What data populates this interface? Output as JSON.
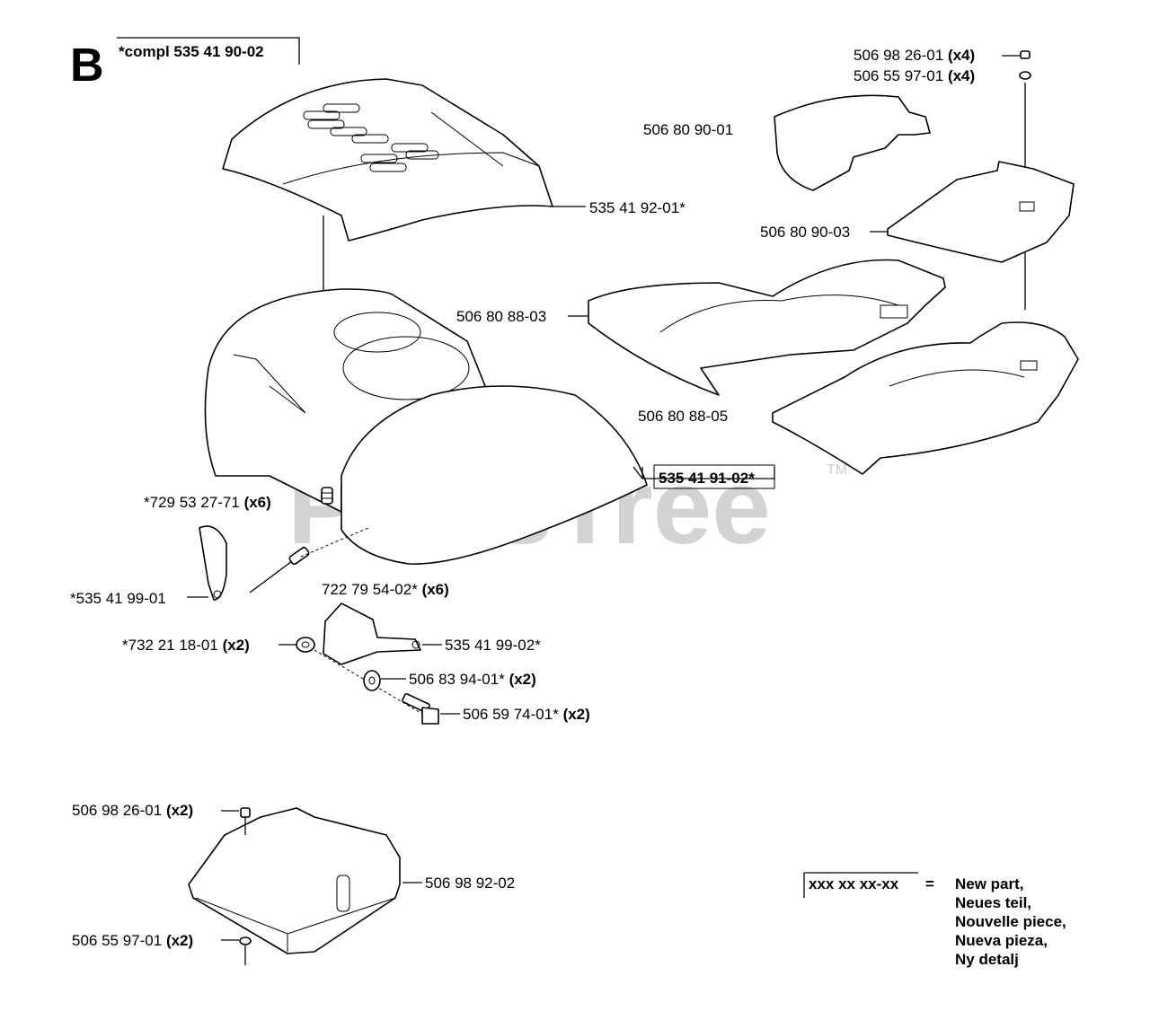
{
  "section": "B",
  "assembly_label": "*compl 535 41 90-02",
  "watermark": "PartsTree",
  "watermark_tm": "TM",
  "parts": {
    "p1": "535 41 92-01*",
    "p2": "*729 53 27-71",
    "p2_qty": "(x6)",
    "p3": "535 41 91-02*",
    "p4": "*535 41 99-01",
    "p5": "722 79 54-02*",
    "p5_qty": "(x6)",
    "p6": "*732 21 18-01",
    "p6_qty": "(x2)",
    "p7": "535 41 99-02*",
    "p8": "506 83 94-01*",
    "p8_qty": "(x2)",
    "p9": "506 59 74-01*",
    "p9_qty": "(x2)",
    "p10": "506 98 26-01",
    "p10_qty": "(x4)",
    "p11": "506 55 97-01",
    "p11_qty": "(x4)",
    "p12": "506 80 90-01",
    "p13": "506 80 90-03",
    "p14": "506 80 88-03",
    "p15": "506 80 88-05",
    "p16": "506 98 26-01",
    "p16_qty": "(x2)",
    "p17": "506 98 92-02",
    "p18": "506 55 97-01",
    "p18_qty": "(x2)"
  },
  "legend": {
    "code": "xxx xx xx-xx",
    "equals": "=",
    "lines": [
      "New part,",
      "Neues teil,",
      "Nouvelle piece,",
      "Nueva pieza,",
      "Ny detalj"
    ]
  }
}
